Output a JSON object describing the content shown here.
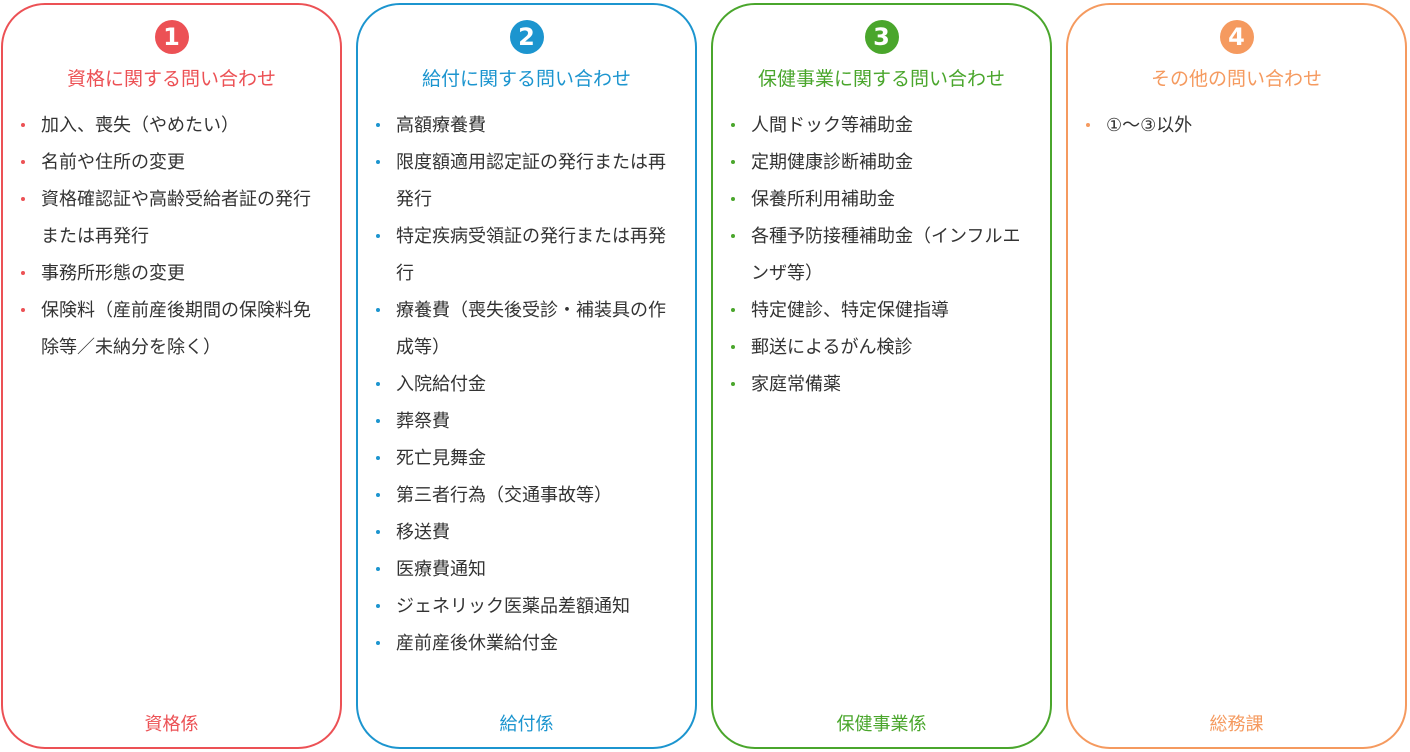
{
  "cards": [
    {
      "number": "1",
      "color": "#ec5155",
      "title": "資格に関する問い合わせ",
      "items": [
        "加入、喪失（やめたい）",
        "名前や住所の変更",
        "資格確認証や高齢受給者証の発行または再発行",
        "事務所形態の変更",
        "保険料（産前産後期間の保険料免除等／未納分を除く）"
      ],
      "footer": "資格係"
    },
    {
      "number": "2",
      "color": "#1c95cf",
      "title": "給付に関する問い合わせ",
      "items": [
        "高額療養費",
        "限度額適用認定証の発行または再発行",
        "特定疾病受領証の発行または再発行",
        "療養費（喪失後受診・補装具の作成等）",
        "入院給付金",
        "葬祭費",
        "死亡見舞金",
        "第三者行為（交通事故等）",
        "移送費",
        "医療費通知",
        "ジェネリック医薬品差額通知",
        "産前産後休業給付金"
      ],
      "footer": "給付係"
    },
    {
      "number": "3",
      "color": "#4aa62c",
      "title": "保健事業に関する問い合わせ",
      "items": [
        "人間ドック等補助金",
        "定期健康診断補助金",
        "保養所利用補助金",
        "各種予防接種補助金（インフルエンザ等）",
        "特定健診、特定保健指導",
        "郵送によるがん検診",
        "家庭常備薬"
      ],
      "footer": "保健事業係"
    },
    {
      "number": "4",
      "color": "#f59a5f",
      "title": "その他の問い合わせ",
      "items": [
        "①～③以外"
      ],
      "footer": "総務課"
    }
  ]
}
